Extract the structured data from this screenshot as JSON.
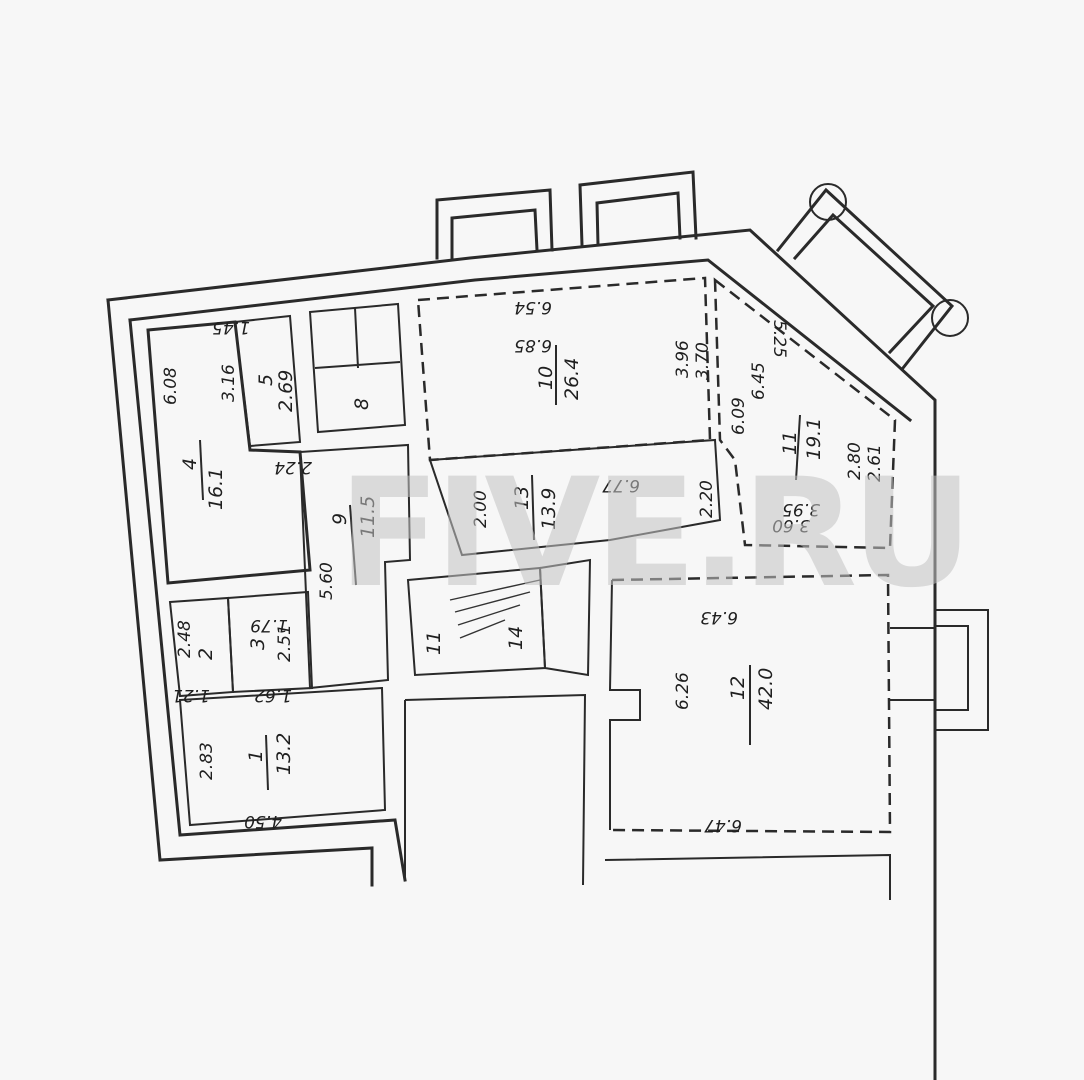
{
  "watermark": "FIVE.RU",
  "rooms": [
    {
      "id": "r1",
      "number": "1",
      "area": "13.2"
    },
    {
      "id": "r2",
      "number": "2",
      "area": ""
    },
    {
      "id": "r3",
      "number": "3",
      "area": ""
    },
    {
      "id": "r4",
      "number": "4",
      "area": "16.1"
    },
    {
      "id": "r5",
      "number": "5",
      "area": "2.69"
    },
    {
      "id": "r8",
      "number": "8",
      "area": ""
    },
    {
      "id": "r9",
      "number": "9",
      "area": "11.5"
    },
    {
      "id": "r10",
      "number": "10",
      "area": "26.4"
    },
    {
      "id": "r11",
      "number": "11",
      "area": "19.1"
    },
    {
      "id": "r11b",
      "number": "11",
      "area": ""
    },
    {
      "id": "r12",
      "number": "12",
      "area": "42.0"
    },
    {
      "id": "r13",
      "number": "13",
      "area": "13.9"
    },
    {
      "id": "r14",
      "number": "14",
      "area": ""
    }
  ],
  "dimensions": {
    "d608": "6.08",
    "d316": "3.16",
    "d145": "1.45",
    "d224": "2.24",
    "d560": "5.60",
    "d654": "6.54",
    "d685": "6.85",
    "d396": "3.96",
    "d370": "3.70",
    "d609": "6.09",
    "d645": "6.45",
    "d525": "5.25",
    "d280": "2.80",
    "d261": "2.61",
    "d360": "3.60",
    "d395": "3.95",
    "d677": "6.77",
    "d200": "2.00",
    "d220": "2.20",
    "d248": "2.48",
    "d121": "1.21",
    "d179": "1.79",
    "d251": "2.51",
    "d162": "1.62",
    "d283": "2.83",
    "d450": "4.50",
    "d626": "6.26",
    "d643": "6.43",
    "d647": "6.47"
  }
}
